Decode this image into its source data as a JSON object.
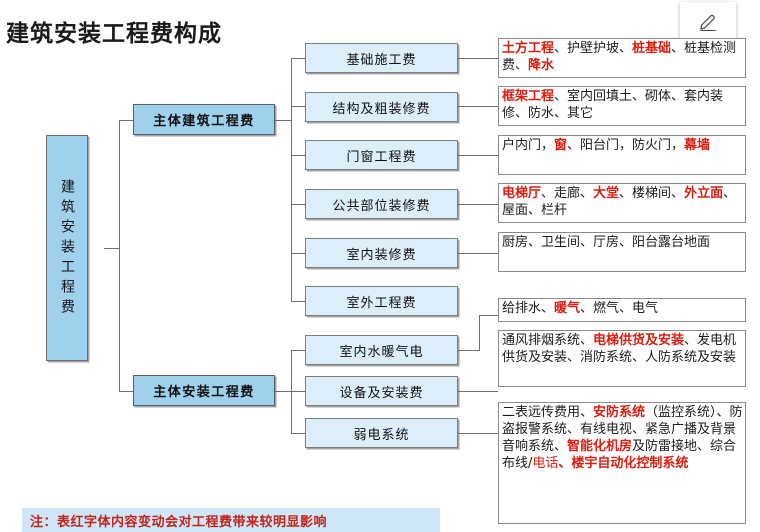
{
  "page": {
    "title": "建筑安装工程费构成",
    "edit_icon": "pencil-icon",
    "accent_red": "#d91f11",
    "box_blue": "#c5e1f2",
    "box_blue_dark": "#9fd0ec",
    "box_blue_light": "#dbeefa"
  },
  "root": {
    "label": "建筑安装工程费"
  },
  "level2": [
    {
      "label": "主体建筑工程费"
    },
    {
      "label": "主体安装工程费"
    }
  ],
  "level3": [
    {
      "label": "基础施工费"
    },
    {
      "label": "结构及粗装修费"
    },
    {
      "label": "门窗工程费"
    },
    {
      "label": "公共部位装修费"
    },
    {
      "label": "室内装修费"
    },
    {
      "label": "室外工程费"
    },
    {
      "label": "室内水暖气电"
    },
    {
      "label": "设备及安装费"
    },
    {
      "label": "弱电系统"
    }
  ],
  "details": [
    {
      "for": "基础施工费",
      "segments": [
        {
          "t": "土方工程",
          "s": "red"
        },
        {
          "t": "、护壁护坡、",
          "s": "plain"
        },
        {
          "t": "桩基础",
          "s": "red"
        },
        {
          "t": "、桩基检测费、",
          "s": "plain"
        },
        {
          "t": "降水",
          "s": "red"
        }
      ]
    },
    {
      "for": "结构及粗装修费",
      "segments": [
        {
          "t": "框架工程",
          "s": "red"
        },
        {
          "t": "、室内回填土、砌体、套内装修、防水、其它",
          "s": "plain"
        }
      ]
    },
    {
      "for": "门窗工程费",
      "segments": [
        {
          "t": "户内门，",
          "s": "plain"
        },
        {
          "t": "窗",
          "s": "red"
        },
        {
          "t": "、阳台门，防火门，",
          "s": "plain"
        },
        {
          "t": "幕墙",
          "s": "red"
        }
      ]
    },
    {
      "for": "公共部位装修费",
      "segments": [
        {
          "t": "电梯厅",
          "s": "red"
        },
        {
          "t": "、走廊、",
          "s": "plain"
        },
        {
          "t": "大堂",
          "s": "red"
        },
        {
          "t": "、楼梯间、",
          "s": "plain"
        },
        {
          "t": "外立面",
          "s": "red"
        },
        {
          "t": "、屋面、栏杆",
          "s": "plain"
        }
      ]
    },
    {
      "for": "室内装修费",
      "segments": [
        {
          "t": "厨房、卫生间、厅房、阳台露台地面",
          "s": "plain"
        }
      ]
    },
    {
      "for": "室内水暖气电",
      "segments": [
        {
          "t": "给排水、",
          "s": "plain"
        },
        {
          "t": "暖气",
          "s": "red"
        },
        {
          "t": "、燃气、电气",
          "s": "plain"
        }
      ]
    },
    {
      "for": "设备及安装费",
      "segments": [
        {
          "t": "通风排烟系统、",
          "s": "plain"
        },
        {
          "t": "电梯供货及安装",
          "s": "red"
        },
        {
          "t": "、发电机供货及安装、消防系统、人防系统及安装",
          "s": "plain"
        }
      ]
    },
    {
      "for": "弱电系统",
      "segments": [
        {
          "t": "二表远传费用、",
          "s": "plain"
        },
        {
          "t": "安防系统",
          "s": "red"
        },
        {
          "t": "（监控系统）、防盗报警系统、有线电视、紧急广播及背景音响系统、",
          "s": "plain"
        },
        {
          "t": "智能化机房",
          "s": "red"
        },
        {
          "t": "及防雷接地、综合布线/",
          "s": "plain"
        },
        {
          "t": "电话",
          "s": "rednormal"
        },
        {
          "t": "、楼宇自动化控制系统",
          "s": "red"
        }
      ]
    }
  ],
  "footer": {
    "note": "注：表红字体内容变动会对工程费带来较明显影响"
  }
}
